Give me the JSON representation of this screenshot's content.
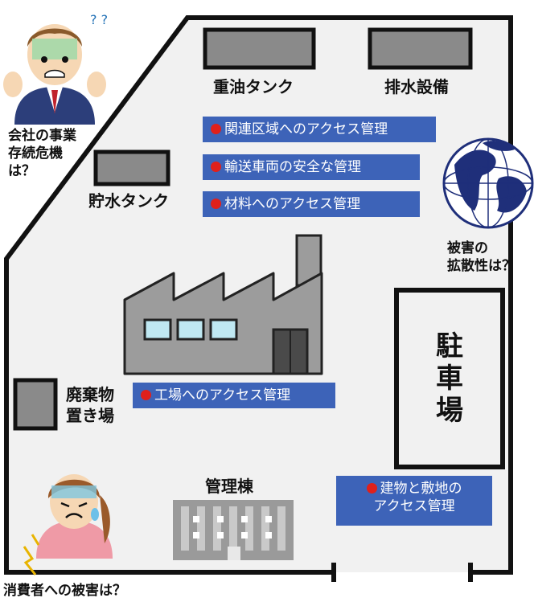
{
  "labels": {
    "heavy_oil_tank": "重油タンク",
    "drainage": "排水設備",
    "water_tank": "貯水タンク",
    "waste_storage_line1": "廃棄物",
    "waste_storage_line2": "置き場",
    "admin_building": "管理棟",
    "parking_chars": [
      "駐",
      "車",
      "場"
    ]
  },
  "questions": {
    "business_continuity": [
      "会社の事業",
      "存続危機",
      "は？"
    ],
    "damage_spread": [
      "被害の",
      "拡散性は？"
    ],
    "consumer_harm": "消費者への被害は？"
  },
  "access_controls": [
    "関連区域へのアクセス管理",
    "輸送車両の安全な管理",
    "材料へのアクセス管理",
    "工場へのアクセス管理"
  ],
  "building_access": [
    "建物と敷地の",
    "アクセス管理"
  ],
  "colors": {
    "box_fill": "#3d63b8",
    "bullet": "#e0201b",
    "ground": "#f1f1f1",
    "factory": "#9c9c9c",
    "window": "#bfe8f2"
  }
}
